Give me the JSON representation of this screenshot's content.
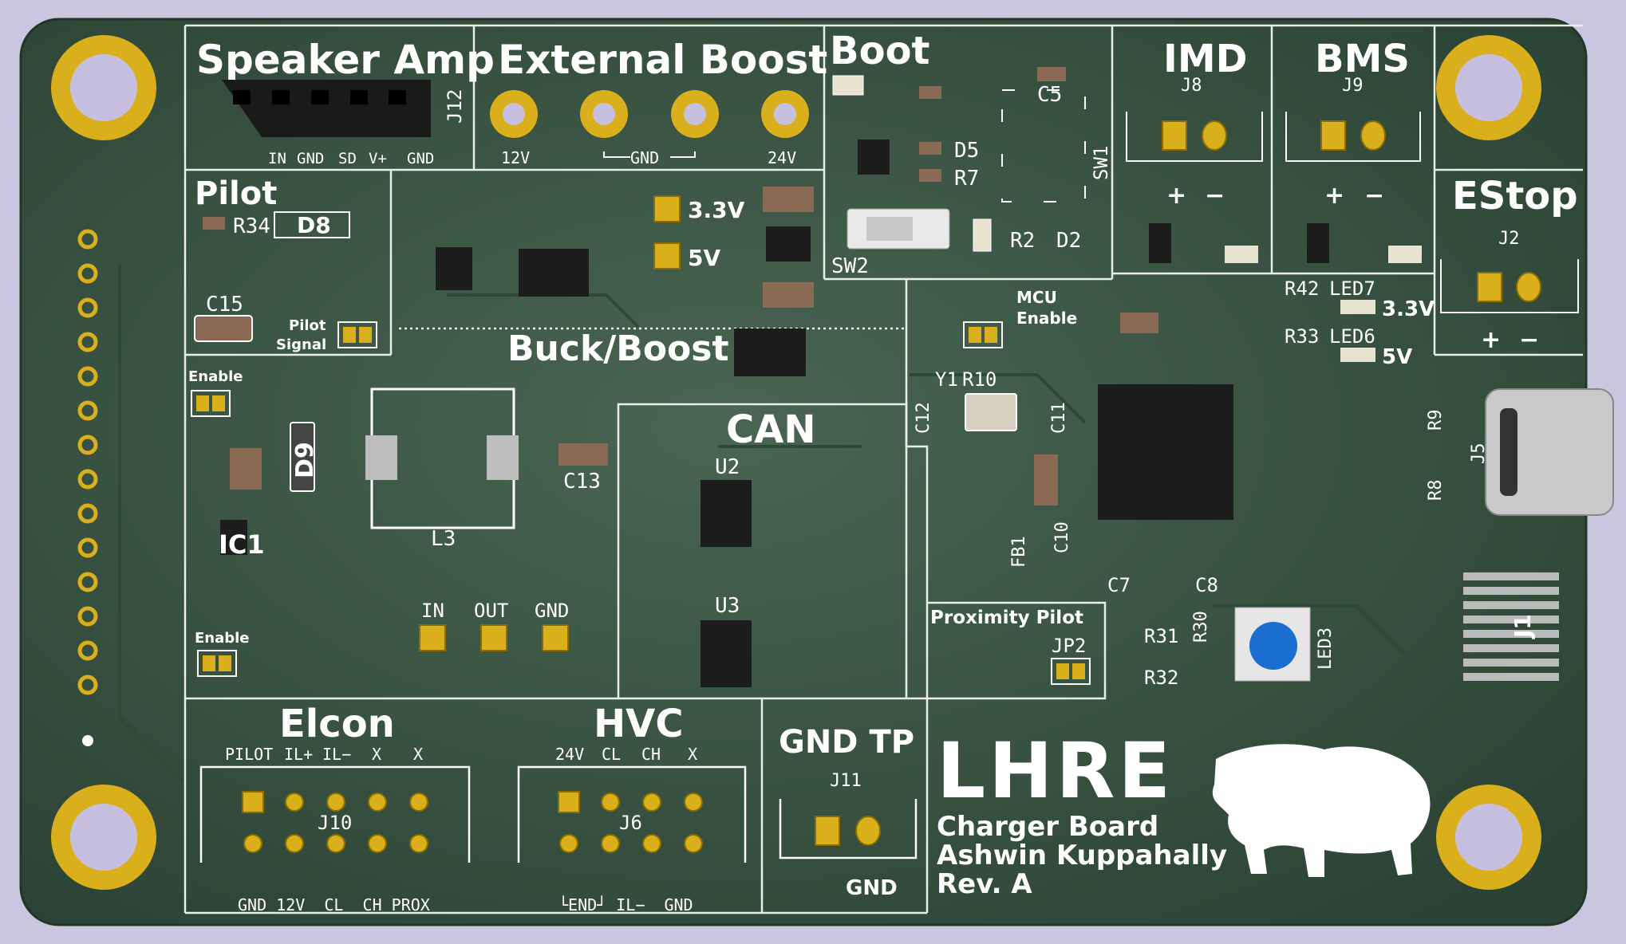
{
  "sections": {
    "speaker_amp": {
      "title": "Speaker Amp",
      "ref": "J12",
      "pins": [
        "IN",
        "GND",
        "SD",
        "V+",
        "GND"
      ]
    },
    "external_boost": {
      "title": "External Boost",
      "labels": [
        "12V",
        "GND",
        "24V"
      ]
    },
    "boot": {
      "title": "Boot",
      "refs": [
        "C5",
        "D5",
        "R7",
        "SW1",
        "SW2",
        "R2",
        "D2"
      ]
    },
    "imd": {
      "title": "IMD",
      "ref": "J8",
      "plus": "+",
      "minus": "−"
    },
    "bms": {
      "title": "BMS",
      "ref": "J9",
      "plus": "+",
      "minus": "−"
    },
    "estop": {
      "title": "EStop",
      "ref": "J2",
      "plus": "+",
      "minus": "−"
    },
    "pilot": {
      "title": "Pilot",
      "refs": [
        "R34",
        "D8",
        "C15"
      ],
      "signal": "Pilot\nSignal"
    },
    "buck_boost": {
      "title": "Buck/Boost",
      "v33": "3.3V",
      "v5": "5V",
      "enable": "Enable",
      "enable2": "Enable",
      "refs": [
        "D9",
        "IC1",
        "L3",
        "C13"
      ],
      "io": [
        "IN",
        "OUT",
        "GND"
      ]
    },
    "can": {
      "title": "CAN",
      "refs": [
        "U2",
        "U3"
      ]
    },
    "mcu": {
      "enable_line1": "MCU",
      "enable_line2": "Enable",
      "refs": [
        "Y1",
        "R10",
        "C12",
        "C11",
        "FB1",
        "C10",
        "C7",
        "C8",
        "R9",
        "R8",
        "J5"
      ]
    },
    "leds": {
      "r42": "R42",
      "led7": "LED7",
      "v33": "3.3V",
      "r33": "R33",
      "led6": "LED6",
      "v5": "5V"
    },
    "proximity": {
      "title": "Proximity Pilot",
      "ref": "JP2"
    },
    "misc": {
      "refs": [
        "R31",
        "R32",
        "R30",
        "LED3",
        "J1"
      ]
    },
    "elcon": {
      "title": "Elcon",
      "ref": "J10",
      "top_pins": [
        "PILOT",
        "IL+",
        "IL−",
        "X",
        "X"
      ],
      "bottom_pins": "GND 12V  CL  CH PROX"
    },
    "hvc": {
      "title": "HVC",
      "ref": "J6",
      "top_pins": [
        "24V",
        "CL",
        "CH",
        "X"
      ],
      "bottom_pins": "└END┘ IL−  GND"
    },
    "gnd_tp": {
      "title": "GND TP",
      "ref": "J11",
      "label": "GND"
    },
    "branding": {
      "logo": "LHRE",
      "line1": "Charger Board",
      "line2": "Ashwin Kuppahally",
      "line3": "Rev. A"
    }
  },
  "colors": {
    "pcb": "#2f4a38",
    "silk": "#ffffff",
    "gold": "#d9b01c",
    "background": "#c9c6e0"
  }
}
